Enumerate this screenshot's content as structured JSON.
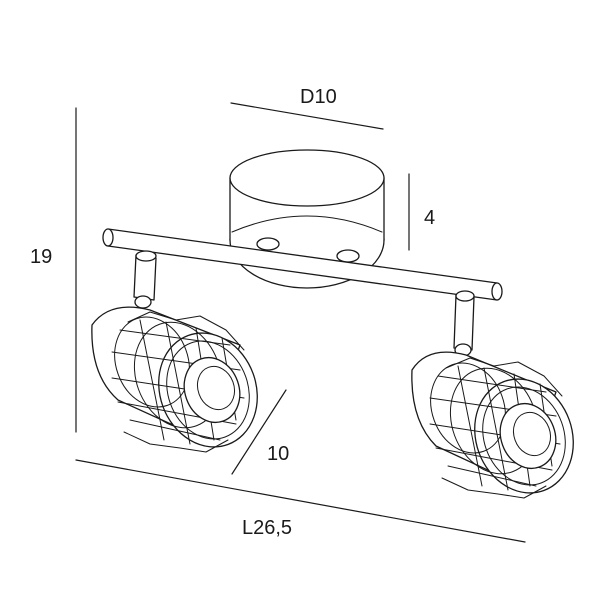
{
  "dimensions": {
    "diameter": "D10",
    "base_height": "4",
    "total_height": "19",
    "spot_depth": "10",
    "total_length": "L26,5"
  },
  "colors": {
    "line": "#1a1a1a",
    "background": "#ffffff"
  }
}
